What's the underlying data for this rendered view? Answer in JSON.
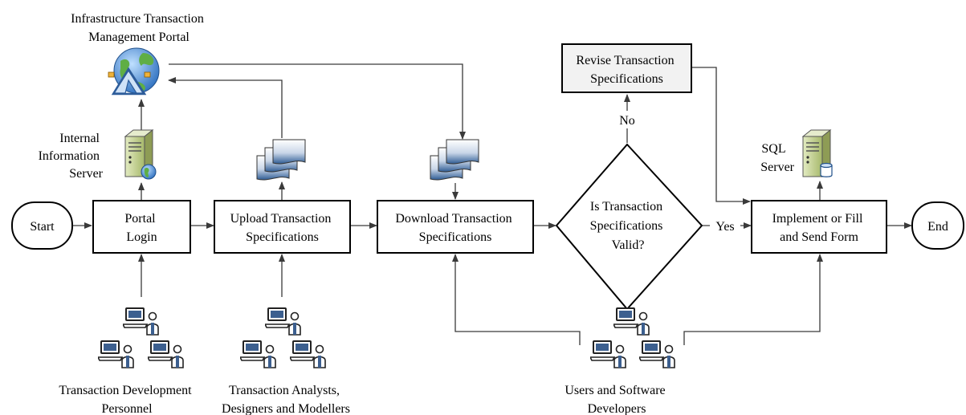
{
  "nodes": {
    "start": "Start",
    "end": "End",
    "portal_login": [
      "Portal",
      "Login"
    ],
    "upload": [
      "Upload Transaction",
      "Specifications"
    ],
    "download": [
      "Download Transaction",
      "Specifications"
    ],
    "decision": [
      "Is Transaction",
      "Specifications",
      "Valid?"
    ],
    "implement": [
      "Implement or Fill",
      "and Send Form"
    ],
    "revise": [
      "Revise Transaction",
      "Specifications"
    ]
  },
  "labels": {
    "portal_title": [
      "Infrastructure Transaction",
      "Management Portal"
    ],
    "internal_server": [
      "Internal",
      "Information",
      "Server"
    ],
    "sql_server": [
      "SQL",
      "Server"
    ],
    "group_dev": [
      "Transaction Development",
      "Personnel"
    ],
    "group_analysts": [
      "Transaction Analysts,",
      "Designers and Modellers"
    ],
    "group_users": [
      "Users and Software",
      "Developers"
    ]
  },
  "edge_labels": {
    "no": "No",
    "yes": "Yes"
  },
  "icons": {
    "portal": "globe-portal-icon",
    "server": "server-icon",
    "document": "document-stack-icon",
    "workstation": "user-workstation-icon"
  },
  "colors": {
    "stroke": "#000000",
    "revise_fill": "#f2f2f2",
    "server_body": "#c8d59a",
    "doc_blue": "#2f5d95",
    "globe_blue": "#3f8ad8",
    "globe_green": "#5fae45"
  }
}
